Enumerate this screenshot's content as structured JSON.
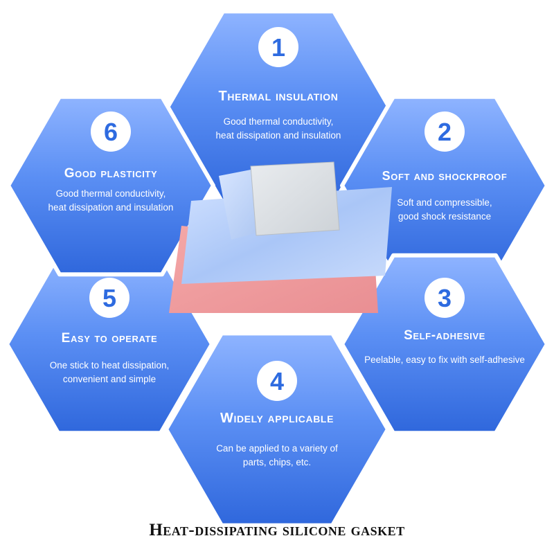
{
  "colors": {
    "hex_light": "#8fb4ff",
    "hex_mid": "#4f86f2",
    "hex_dark": "#2f67dc",
    "number": "#2e6be0"
  },
  "features": [
    {
      "number": "1",
      "title": "Thermal insulation",
      "desc": [
        "Good thermal conductivity,",
        "heat dissipation and insulation"
      ]
    },
    {
      "number": "2",
      "title": "Soft and shockproof",
      "desc": [
        "Soft and compressible,",
        "good shock resistance"
      ]
    },
    {
      "number": "3",
      "title": "Self-adhesive",
      "desc": [
        "Peelable, easy to fix with self-adhesive"
      ]
    },
    {
      "number": "4",
      "title": "Widely applicable",
      "desc": [
        "Can be applied to a variety of",
        "parts, chips, etc."
      ]
    },
    {
      "number": "5",
      "title": "Easy to operate",
      "desc": [
        "One stick to heat dissipation,",
        "convenient and simple"
      ]
    },
    {
      "number": "6",
      "title": "Good plasticity",
      "desc": [
        "Good thermal conductivity,",
        "heat dissipation and insulation"
      ]
    }
  ],
  "caption": "Heat-dissipating silicone gasket"
}
